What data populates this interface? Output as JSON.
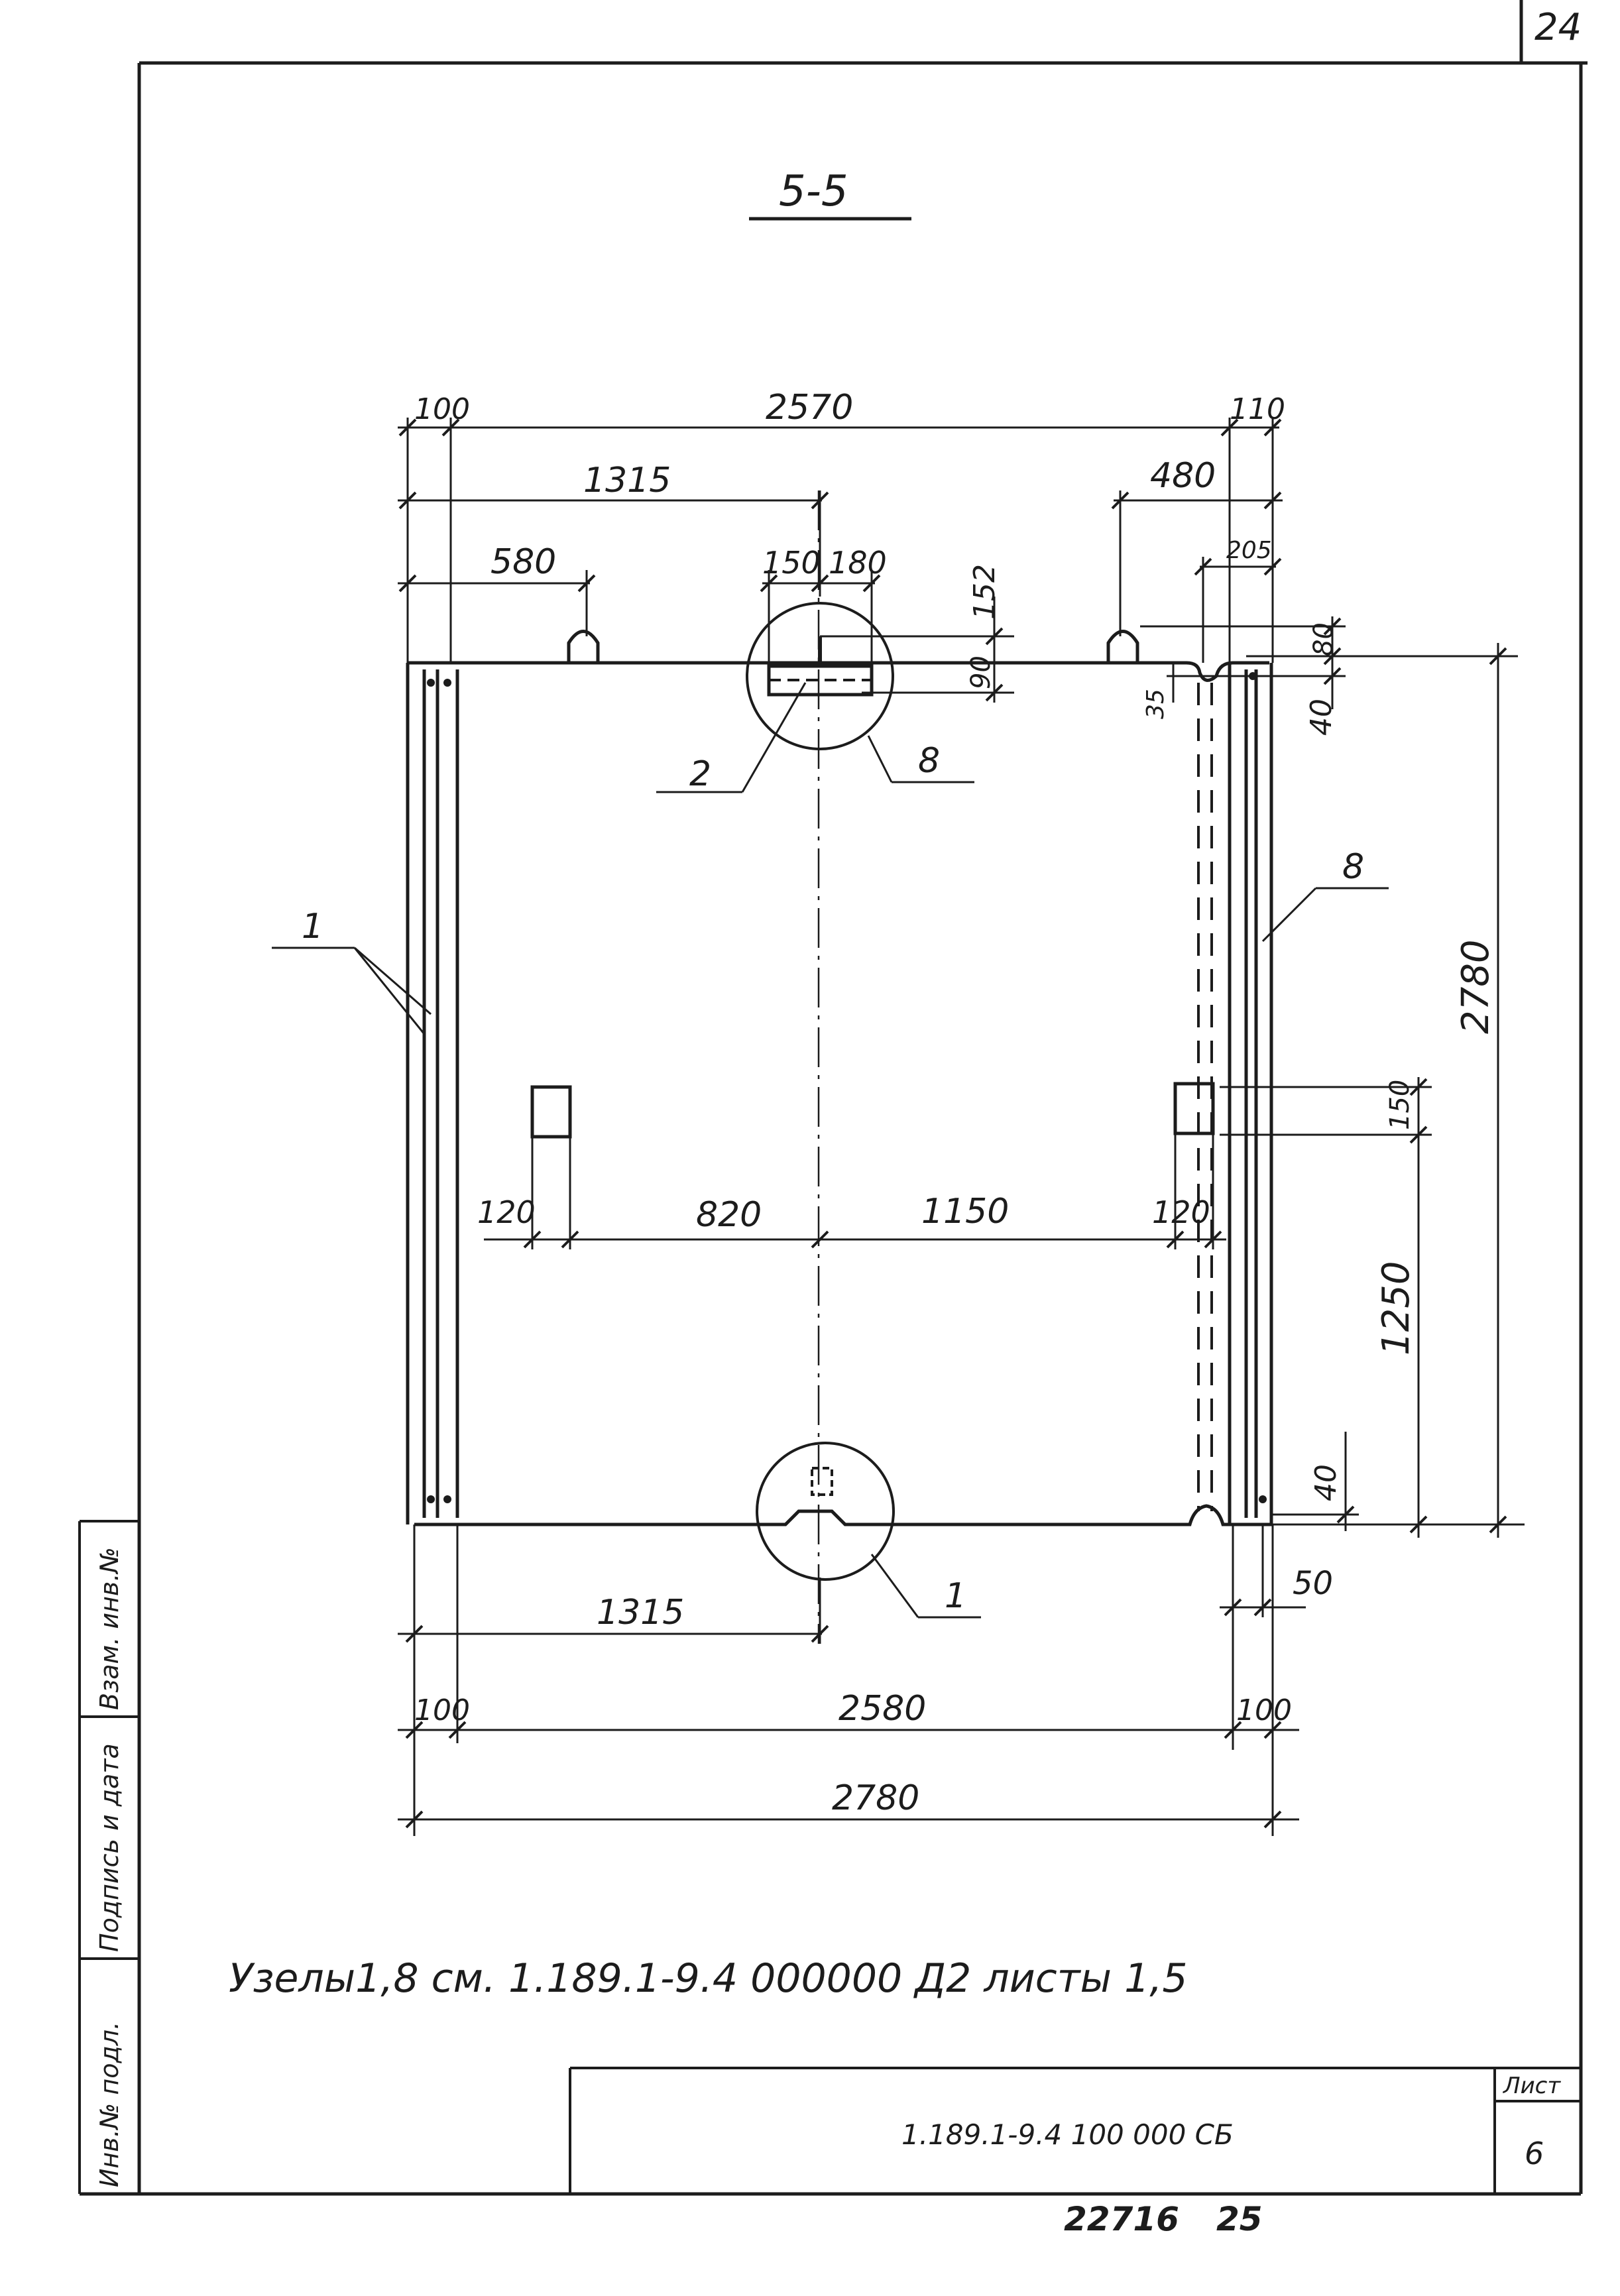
{
  "sheet": {
    "page_number": "24",
    "section_title": "5-5",
    "note": "Узелы1,8 см. 1.189.1-9.4 000000 Д2 листы 1,5",
    "doc_code": "1.189.1-9.4 100 000 СБ",
    "sheet_label": "Лист",
    "sheet_number": "6",
    "archive_number": "22716",
    "copy_number": "25",
    "side_labels": [
      "Инв.№ подл.",
      "Подпись и дата",
      "Взам. инв.№"
    ]
  },
  "dimensions": {
    "d100_top": "100",
    "d2570": "2570",
    "d110": "110",
    "d1315_top": "1315",
    "d480": "480",
    "d205": "205",
    "d580": "580",
    "d150_top": "150",
    "d180": "180",
    "d152": "152",
    "d90": "90",
    "d80": "80",
    "d35": "35",
    "d40_top": "40",
    "d2780_v": "2780",
    "d150_right": "150",
    "d1250": "1250",
    "d120_left": "120",
    "d820": "820",
    "d1150": "1150",
    "d120_right": "120",
    "d40_bottom": "40",
    "d50": "50",
    "d1315_bottom": "1315",
    "d100_bl": "100",
    "d2580": "2580",
    "d100_br": "100",
    "d2780_h": "2780"
  },
  "callouts": {
    "c1_left": "1",
    "c2": "2",
    "c8_top": "8",
    "c8_right": "8",
    "c1_bottom": "1"
  }
}
